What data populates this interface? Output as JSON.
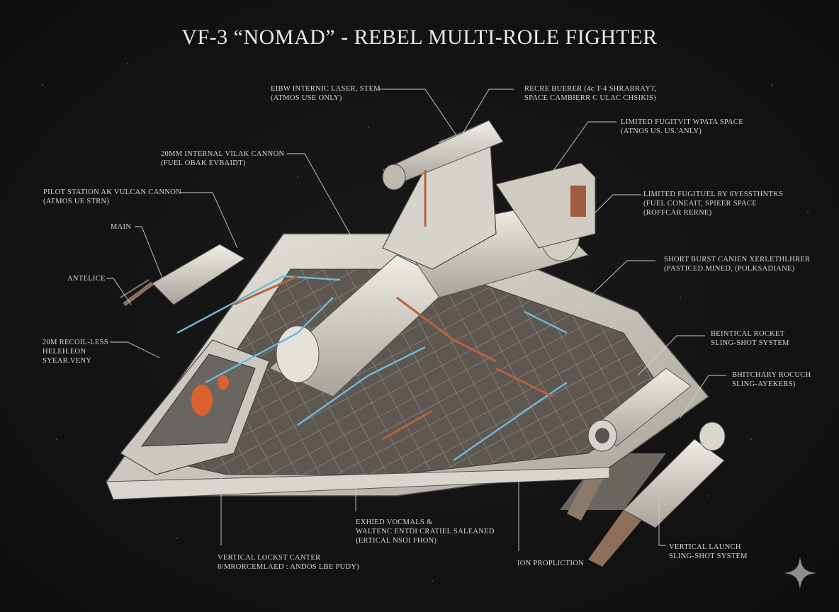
{
  "title": "VF-3 “NOMAD” - REBEL MULTI-ROLE FIGHTER",
  "callouts": {
    "internal_laser": [
      "EIBW INTERNIC LASER, STEM",
      "(ATMOS USE ONLY)"
    ],
    "recre_buerer": [
      "RECRE BUERER (4c T-4 SHRABRAYT,",
      "SPACE CAMBIERR C ULAC CHSIKIS)"
    ],
    "limited_fugitive_space": [
      "LIMITED FUGITVIT WPATA SPACE",
      "(ATNOS US. US.'ANLY)"
    ],
    "vulcan_20mm": [
      "20MM INTERNAL VILAK CANNON",
      "(FUEL OBAK EVBAIDT)"
    ],
    "pilot_station": [
      "PILOT STATION AK VULCAN CANNON",
      "(ATMOS UE STRN)"
    ],
    "limited_fugitive_ry": [
      "LIMITED FUGITUEL RY 6YESSTHNTKS",
      "(FUEL CONEAIT, SPIEER SPACE",
      "(ROFFCAR RERNE)"
    ],
    "main": [
      "MAIN"
    ],
    "antelice": [
      "ANTELICE"
    ],
    "short_burst": [
      "SHORT BURST CANIEN XERLETHLHRER",
      "(PASTICED.MINED, (POLKSADIANE)"
    ],
    "recoilless": [
      "20M RECOIL-LESS",
      "HELEH.EON",
      "SYEAR.VENY"
    ],
    "beintical_rocket": [
      "BEINTICAL ROCKET",
      "SLING-SHOT SYSTEM"
    ],
    "bhitchary_rocket": [
      "BHITCHARY ROCUCH",
      "SLING-AYEKERS)"
    ],
    "exhied_vocmals": [
      "EXHIED VOCMALS &",
      "WALTENC ENTDI CRATIEL SALEANED",
      "(ERTICAL NSOI FHON)"
    ],
    "vertical_lockst": [
      "VERTICAL LOCKST CANTER",
      "8/MRORCEMLAED : ANDOS LBE PUDY)"
    ],
    "ion_propulsion": [
      "ION PROPLICTION"
    ],
    "vertical_launch": [
      "VERTICAL LAUNCH",
      "SLING-SHOT SYSTEM"
    ]
  },
  "colors": {
    "background": "#141414",
    "hull": "#dedbd3",
    "hull_shadow": "#9c9890",
    "interior": "#5e5752",
    "coolant": "#6fb7d6",
    "conduit": "#b8643a",
    "pilot_suit": "#d9622f",
    "watermark": "#8e8e8e"
  }
}
